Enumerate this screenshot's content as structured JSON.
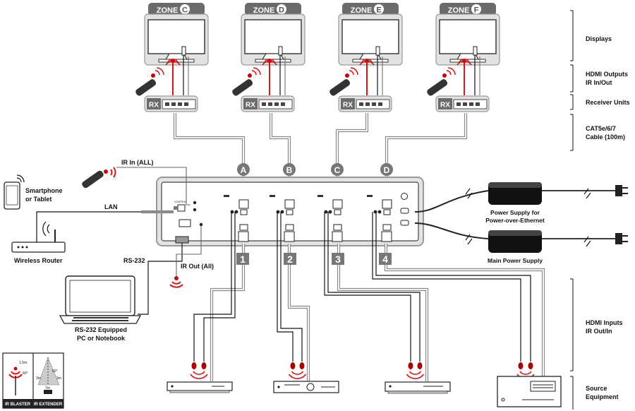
{
  "zones": [
    {
      "id": "C",
      "label": "ZONE",
      "letter": "C",
      "cable": "A"
    },
    {
      "id": "D",
      "label": "ZONE",
      "letter": "D",
      "cable": "B"
    },
    {
      "id": "E",
      "label": "ZONE",
      "letter": "E",
      "cable": "C"
    },
    {
      "id": "F",
      "label": "ZONE",
      "letter": "F",
      "cable": "D"
    }
  ],
  "receiver_tag": "RX",
  "side_labels": {
    "displays": "Displays",
    "hdmi_outputs_1": "HDMI Outputs",
    "hdmi_outputs_2": "IR In/Out",
    "receiver_units": "Receiver Units",
    "cable_1": "CAT5e/6/7",
    "cable_2": "Cable (100m)",
    "hdmi_inputs_1": "HDMI Inputs",
    "hdmi_inputs_2": "IR Out/In",
    "source_1": "Source",
    "source_2": "Equipment"
  },
  "left_labels": {
    "ir_in": "IR In (ALL)",
    "smartphone_1": "Smartphone",
    "smartphone_2": "or Tablet",
    "lan": "LAN",
    "router": "Wireless Router",
    "rs232": "RS-232",
    "ir_out": "IR Out (All)",
    "pc_1": "RS-232 Equipped",
    "pc_2": "PC or Notebook"
  },
  "power_labels": {
    "poe_1": "Power Supply for",
    "poe_2": "Power-over-Ethernet",
    "main": "Main Power Supply"
  },
  "input_numbers": [
    "1",
    "2",
    "3",
    "4"
  ],
  "legend": {
    "blaster": "IR BLASTER",
    "extender": "IR EXTENDER",
    "blaster_dist": "1.5m",
    "blaster_angle": "60°",
    "ext_angle": "60°",
    "ext_side_left": "3m",
    "ext_side_right": "3m",
    "ext_dist": "7m"
  },
  "colors": {
    "ir": "#d11111",
    "cable": "#8a8a8a",
    "label_bg": "#6b6b6b"
  }
}
